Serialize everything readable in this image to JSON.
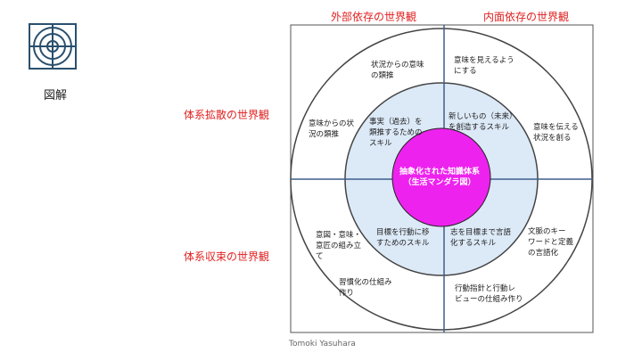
{
  "sidebar": {
    "logo_icon": "concentric-target-icon",
    "caption": "図解"
  },
  "headers": {
    "top_left": "外部依存の世界観",
    "top_right": "内面依存の世界観",
    "left_upper": "体系拡散の世界観",
    "left_lower": "体系収束の世界観"
  },
  "diagram": {
    "center": "抽象化された知識体系\n（生活マンダラ図）",
    "inner": {
      "top_left": "事実（過去）を\n類推するための\nスキル",
      "top_right": "新しいもの（未来）\nを創造するスキル",
      "bottom_left": "目標を行動に移\nすためのスキル",
      "bottom_right": "志を目標まで言語\n化するスキル"
    },
    "outer": {
      "tl_top": "状況からの意味\nの類推",
      "tl_left": "意味からの状\n況の類推",
      "tr_top": "意味を見えるよう\nにする",
      "tr_right": "意味を伝える\n状況を創る",
      "bl_left": "意図・意味・\n意匠の組み立\nて",
      "bl_bottom": "習慣化の仕組み\n作り",
      "br_right": "文脈のキー\nワードと定義\nの言語化",
      "br_bottom": "行動指針と行動レ\nビューの仕組み作り"
    },
    "colors": {
      "frame": "#555555",
      "axis": "#3f5f8a",
      "inner_fill": "#dce9f7",
      "center_fill": "#ee22ee",
      "label_red": "#e02020"
    }
  },
  "footer": {
    "credit": "Tomoki Yasuhara"
  }
}
